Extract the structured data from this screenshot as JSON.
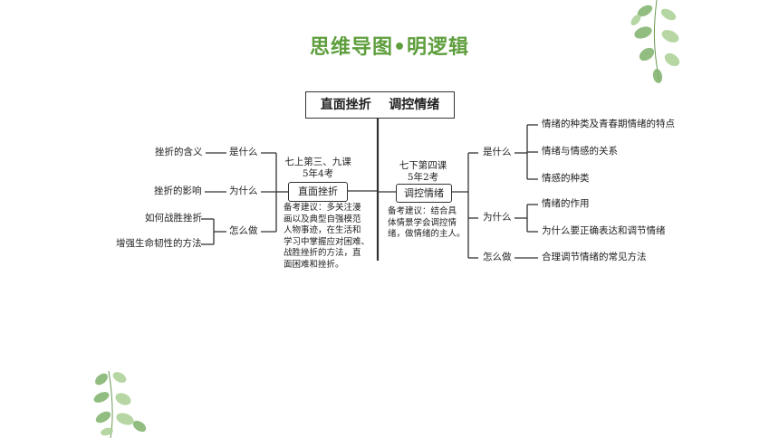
{
  "title": "思维导图•明逻辑",
  "root": "直面挫折    调控情绪",
  "left": {
    "header": [
      "七上第三、九课",
      "5年4考"
    ],
    "node": "直面挫折",
    "note": [
      "备考建议：多关注漫",
      "画以及典型自强模范",
      "人物事迹，在生活和",
      "学习中掌握应对困难、",
      "战胜挫折的方法，直",
      "面困难和挫折。"
    ],
    "branches": [
      {
        "label": "是什么",
        "items": [
          "挫折的含义"
        ]
      },
      {
        "label": "为什么",
        "items": [
          "挫折的影响"
        ]
      },
      {
        "label": "怎么做",
        "items": [
          "如何战胜挫折",
          "增强生命韧性的方法"
        ]
      }
    ]
  },
  "right": {
    "header": [
      "七下第四课",
      "5年2考"
    ],
    "node": "调控情绪",
    "note": [
      "备考建议：结合具",
      "体情景学会调控情",
      "绪，做情绪的主人。"
    ],
    "branches": [
      {
        "label": "是什么",
        "items": [
          "情绪的种类及青春期情绪的特点",
          "情绪与情感的关系",
          "情感的种类"
        ]
      },
      {
        "label": "为什么",
        "items": [
          "情绪的作用",
          "为什么要正确表达和调节情绪"
        ]
      },
      {
        "label": "怎么做",
        "items": [
          "合理调节情绪的常见方法"
        ]
      }
    ]
  },
  "decor": {
    "leaf_color": "#7fb26a"
  }
}
